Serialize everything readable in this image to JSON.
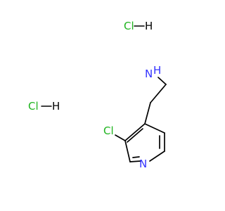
{
  "labels": {
    "hcl_top": {
      "cl": "Cl",
      "h": "H"
    },
    "hcl_left": {
      "cl": "Cl",
      "h": "H"
    },
    "amine": {
      "n": "N",
      "h2": "H"
    },
    "chloro": "Cl",
    "ring_n": "N"
  },
  "colors": {
    "bond": "#000000",
    "chlorine": "#1fb41f",
    "nitrogen": "#3232ff",
    "hydrogen": "#000000",
    "background": "#ffffff"
  }
}
